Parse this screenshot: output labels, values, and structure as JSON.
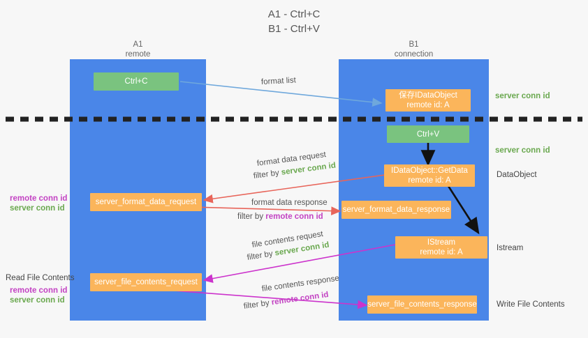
{
  "title": {
    "line1": "A1 - Ctrl+C",
    "line2": "B1 - Ctrl+V"
  },
  "lanes": [
    {
      "name": "A1",
      "subtitle": "remote",
      "color": "#4a86e8"
    },
    {
      "name": "B1",
      "subtitle": "connection",
      "color": "#4a86e8"
    }
  ],
  "boxes": {
    "ctrl_c": {
      "line1": "Ctrl+C",
      "color": "#7ac37f"
    },
    "save_idataobject": {
      "line1": "保存IDataObject",
      "line2": "remote id: A",
      "color": "#fbb55b"
    },
    "ctrl_v": {
      "line1": "Ctrl+V",
      "color": "#7ac37f"
    },
    "getdata": {
      "line1": "IDataObject::GetData",
      "line2": "remote id: A",
      "color": "#fbb55b"
    },
    "istream": {
      "line1": "IStream",
      "line2": "remote id: A",
      "color": "#fbb55b"
    },
    "format_data_request": {
      "line1": "server_format_data_request",
      "color": "#fbb55b"
    },
    "format_data_response": {
      "line1": "server_format_data_response",
      "color": "#fbb55b"
    },
    "file_contents_request": {
      "line1": "server_file_contents_request",
      "color": "#fbb55b"
    },
    "file_contents_response": {
      "line1": "server_file_contents_response",
      "color": "#fbb55b"
    }
  },
  "edge_labels": {
    "format_list": "format list",
    "format_data_request": "format data request",
    "format_data_request_filter_prefix": "filter by ",
    "format_data_request_filter_value": "server conn id",
    "format_data_response": "format data response",
    "format_data_response_filter_prefix": "filter by ",
    "format_data_response_filter_value": "remote conn id",
    "file_contents_request": "file contents request",
    "file_contents_request_filter_prefix": "filter by ",
    "file_contents_request_filter_value": "server conn id",
    "file_contents_response": "file contents response",
    "file_contents_response_filter_prefix": "filter by ",
    "file_contents_response_filter_value": "remote conn id"
  },
  "right_labels": {
    "server_conn_id_1": "server conn id",
    "server_conn_id_2": "server conn id",
    "dataobject": "DataObject",
    "istream": "Istream",
    "write_file_contents": "Write File Contents"
  },
  "left_labels": {
    "remote_conn_id_1": "remote conn id",
    "server_conn_id_1": "server conn id",
    "read_file_contents": "Read File Contents",
    "remote_conn_id_2": "remote conn id",
    "server_conn_id_2": "server conn id"
  },
  "colors": {
    "lane": "#4a86e8",
    "green_box": "#7ac37f",
    "orange_box": "#fbb55b",
    "green_text": "#6aa84f",
    "purple_text": "#c343c3",
    "red_arrow": "#e8655a",
    "magenta_arrow": "#cc33cc",
    "blue_arrow": "#6fa8dc",
    "black_arrow": "#000000",
    "divider": "#222222"
  }
}
